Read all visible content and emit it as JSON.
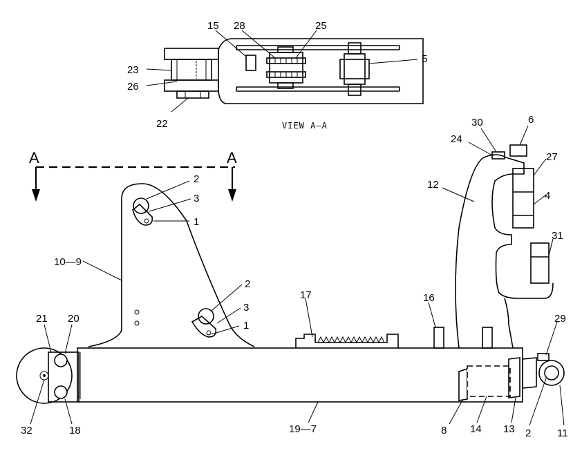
{
  "view_label": "VIEW A—A",
  "section_marks": [
    "A",
    "A"
  ],
  "callouts": {
    "c15": "15",
    "c28": "28",
    "c25": "25",
    "c5": "5",
    "c23": "23",
    "c26": "26",
    "c22": "22",
    "c30": "30",
    "c6": "6",
    "c24": "24",
    "c27": "27",
    "c12": "12",
    "c4": "4",
    "c31": "31",
    "c2a": "2",
    "c3a": "3",
    "c1a": "1",
    "c10_9": "10—9",
    "c2b": "2",
    "c3b": "3",
    "c1b": "1",
    "c17": "17",
    "c16": "16",
    "c29": "29",
    "c21": "21",
    "c20": "20",
    "c32": "32",
    "c18": "18",
    "c19_7": "19—7",
    "c8": "8",
    "c14": "14",
    "c13": "13",
    "c2c": "2",
    "c11": "11"
  }
}
